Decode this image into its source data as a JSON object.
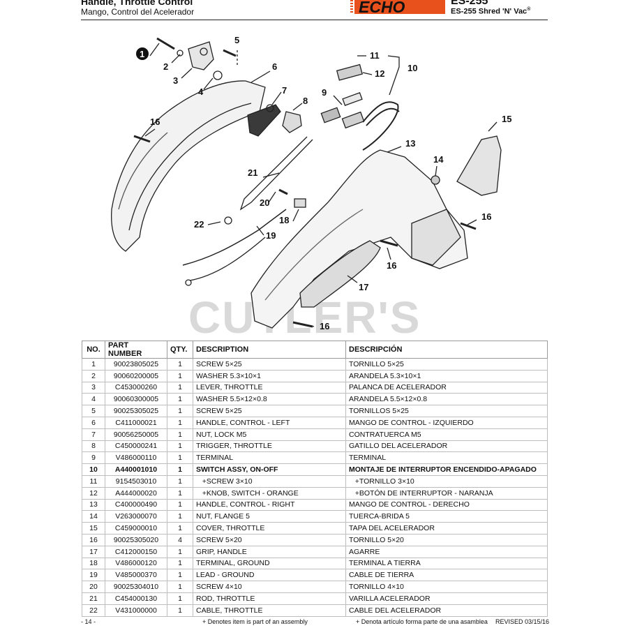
{
  "header": {
    "title": "Handle, Throttle Control",
    "subtitle": "Mango, Control del Acelerador",
    "brand": "ECHO",
    "model": "ES-255",
    "model_subtitle": "ES-255 Shred 'N' Vac",
    "model_mark": "®"
  },
  "watermark": "CUTLER'S",
  "diagram": {
    "callouts": [
      "1",
      "2",
      "3",
      "4",
      "5",
      "6",
      "7",
      "8",
      "9",
      "10",
      "11",
      "12",
      "13",
      "14",
      "15",
      "16",
      "16",
      "16",
      "16",
      "17",
      "18",
      "19",
      "20",
      "21",
      "22"
    ]
  },
  "table": {
    "headers": [
      "NO.",
      "PART NUMBER",
      "QTY.",
      "DESCRIPTION",
      "DESCRIPCIÓN"
    ],
    "rows": [
      [
        "1",
        "90023805025",
        "1",
        "SCREW 5×25",
        "TORNILLO 5×25"
      ],
      [
        "2",
        "90060200005",
        "1",
        "WASHER 5.3×10×1",
        "ARANDELA 5.3×10×1"
      ],
      [
        "3",
        "C453000260",
        "1",
        "LEVER, THROTTLE",
        "PALANCA DE ACELERADOR"
      ],
      [
        "4",
        "90060300005",
        "1",
        "WASHER 5.5×12×0.8",
        "ARANDELA 5.5×12×0.8"
      ],
      [
        "5",
        "90025305025",
        "1",
        "SCREW 5×25",
        "TORNILLOS 5×25"
      ],
      [
        "6",
        "C411000021",
        "1",
        "HANDLE, CONTROL - LEFT",
        "MANGO DE CONTROL - IZQUIERDO"
      ],
      [
        "7",
        "90056250005",
        "1",
        "NUT, LOCK M5",
        "CONTRATUERCA M5"
      ],
      [
        "8",
        "C450000241",
        "1",
        "TRIGGER, THROTTLE",
        "GATILLO DEL ACELERADOR"
      ],
      [
        "9",
        "V486000110",
        "1",
        "TERMINAL",
        "TERMINAL"
      ],
      [
        "10",
        "A440001010",
        "1",
        "SWITCH ASSY, ON-OFF",
        "MONTAJE DE INTERRUPTOR ENCENDIDO-APAGADO"
      ],
      [
        "11",
        "9154503010",
        "1",
        "   +SCREW 3×10",
        "   +TORNILLO 3×10"
      ],
      [
        "12",
        "A444000020",
        "1",
        "   +KNOB, SWITCH - ORANGE",
        "   +BOTÓN DE INTERRUPTOR - NARANJA"
      ],
      [
        "13",
        "C400000490",
        "1",
        "HANDLE, CONTROL - RIGHT",
        "MANGO DE CONTROL - DERECHO"
      ],
      [
        "14",
        "V263000070",
        "1",
        "NUT, FLANGE 5",
        "TUERCA-BRIDA 5"
      ],
      [
        "15",
        "C459000010",
        "1",
        "COVER, THROTTLE",
        "TAPA DEL ACELERADOR"
      ],
      [
        "16",
        "90025305020",
        "4",
        "SCREW 5×20",
        "TORNILLO 5×20"
      ],
      [
        "17",
        "C412000150",
        "1",
        "GRIP, HANDLE",
        "AGARRE"
      ],
      [
        "18",
        "V486000120",
        "1",
        "TERMINAL, GROUND",
        "TERMINAL A TIERRA"
      ],
      [
        "19",
        "V485000370",
        "1",
        "LEAD - GROUND",
        "CABLE DE TIERRA"
      ],
      [
        "20",
        "90025304010",
        "1",
        "SCREW 4×10",
        "TORNILLO 4×10"
      ],
      [
        "21",
        "C454000130",
        "1",
        "ROD, THROTTLE",
        "VARILLA ACELERADOR"
      ],
      [
        "22",
        "V431000000",
        "1",
        "CABLE, THROTTLE",
        "CABLE DEL ACELERADOR"
      ]
    ],
    "bold_row": "10"
  },
  "footer": {
    "page": "- 14 -",
    "note_en": "+ Denotes item is part of an assembly",
    "note_es": "+ Denota artículo forma parte de una asamblea",
    "revised": "REVISED 03/15/16"
  },
  "colors": {
    "brand_orange": "#e8501c",
    "text": "#111111",
    "watermark": "#d9d9d9"
  }
}
